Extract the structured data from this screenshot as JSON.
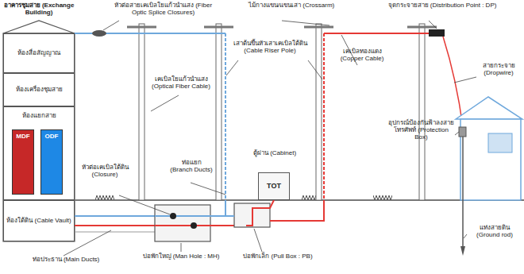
{
  "diagram": {
    "nodes": [
      {
        "text": [
          "อาคารชุมสาย (Exchange Building)"
        ]
      },
      {
        "text": [
          "ห้องสื่อสัญญาณ"
        ],
        "in": 0
      },
      {
        "text": [
          "ห้องเครื่องชุมสาย"
        ],
        "in": 0
      },
      {
        "text": [
          "ห้องแยกสาย"
        ],
        "in": 0
      },
      {
        "text": [
          "MDF"
        ],
        "in": 3
      },
      {
        "text": [
          "ODF"
        ],
        "in": 3
      },
      {
        "text": [
          "ห้องใต้ดิน (Cable Vault)"
        ],
        "in": 0
      },
      {
        "text": [
          "ตู้ผ่าน (Cabinet)",
          "TOT"
        ]
      }
    ],
    "labels": [
      "หัวต่อสายเคเบิลใยแก้วนำแสง (Fiber Optic Splice Closures)",
      "ไม้กางแขน/แขนเสา (Crossarm)",
      "จุดกระจายสาย (Distribution Point : DP)",
      "เสาต้นขึ้นหัวเสาเคเบิลใต้ดิน (Cable Riser Pole)",
      "เคเบิลใยแก้วนำแสง (Optical Fiber Cable)",
      "เคเบิลทองแดง (Copper Cable)",
      "สายกระจาย (Dropwire)",
      "อุปกรณ์ป้องกันฟ้าลงสายโทรศัพท์ (Protection Box)",
      "แท่งสายดิน (Ground rod)",
      "หัวต่อเคเบิลใต้ดิน (Closure)",
      "ท่อแยก (Branch Ducts)",
      "ท่อประธาน (Main Ducts)",
      "บ่อพักใหญ่ (Man Hole : MH)",
      "บ่อพักเล็ก (Pull Box : PB)"
    ]
  }
}
